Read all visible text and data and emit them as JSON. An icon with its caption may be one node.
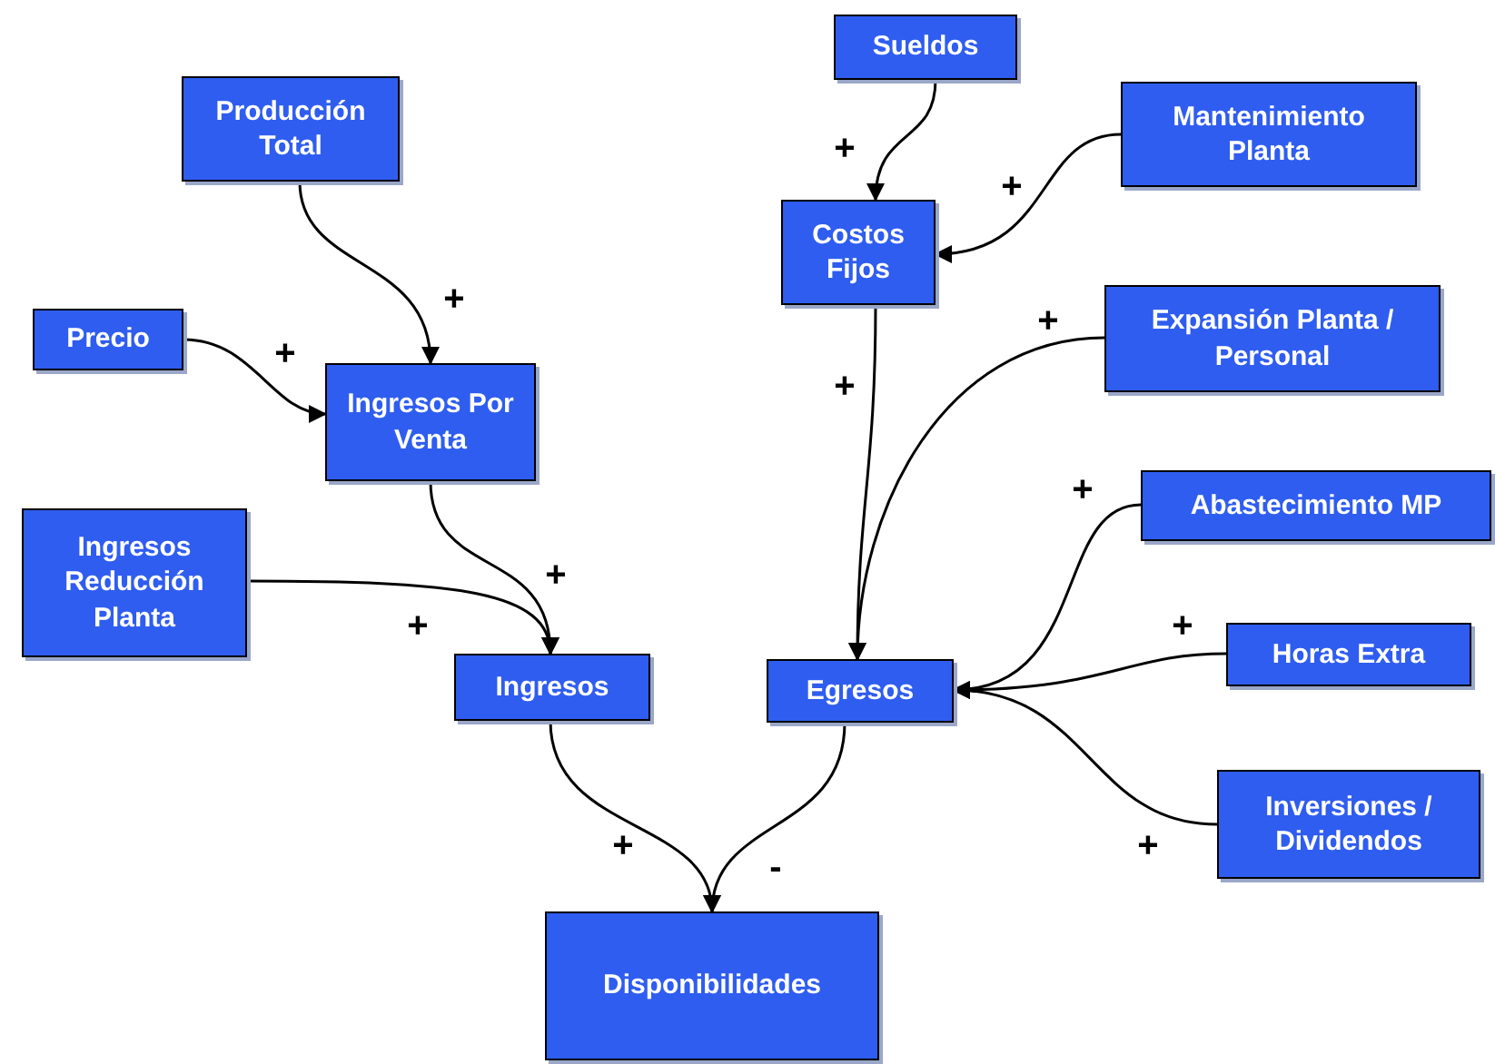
{
  "diagram": {
    "nodes": [
      {
        "text": [
          "Producción Total"
        ]
      },
      {
        "text": [
          "Sueldos"
        ]
      },
      {
        "text": [
          "Mantenimiento Planta"
        ]
      },
      {
        "text": [
          "Costos Fijos"
        ]
      },
      {
        "text": [
          "Precio"
        ]
      },
      {
        "text": [
          "Ingresos Por Venta"
        ]
      },
      {
        "text": [
          "Expansión Planta / Personal"
        ]
      },
      {
        "text": [
          "Abastecimiento MP"
        ]
      },
      {
        "text": [
          "Ingresos Reducción Planta"
        ]
      },
      {
        "text": [
          "Ingresos"
        ]
      },
      {
        "text": [
          "Egresos"
        ]
      },
      {
        "text": [
          "Horas Extra"
        ]
      },
      {
        "text": [
          "Inversiones / Dividendos"
        ]
      },
      {
        "text": [
          "Disponibilidades"
        ]
      }
    ],
    "edges": [
      {
        "from": 0,
        "to": 5,
        "arrow": "to",
        "label": "+"
      },
      {
        "from": 4,
        "to": 5,
        "arrow": "to",
        "label": "+"
      },
      {
        "from": 5,
        "to": 9,
        "arrow": "to",
        "label": "+"
      },
      {
        "from": 8,
        "to": 9,
        "arrow": "to",
        "label": "+"
      },
      {
        "from": 1,
        "to": 3,
        "arrow": "to",
        "label": "+"
      },
      {
        "from": 2,
        "to": 3,
        "arrow": "to",
        "label": "+"
      },
      {
        "from": 3,
        "to": 10,
        "arrow": "to",
        "label": "+"
      },
      {
        "from": 6,
        "to": 10,
        "arrow": "to",
        "label": "+"
      },
      {
        "from": 7,
        "to": 10,
        "arrow": "to",
        "label": "+"
      },
      {
        "from": 11,
        "to": 10,
        "arrow": "to",
        "label": "+"
      },
      {
        "from": 12,
        "to": 10,
        "arrow": "to",
        "label": "+"
      },
      {
        "from": 9,
        "to": 13,
        "arrow": "to",
        "label": "+"
      },
      {
        "from": 10,
        "to": 13,
        "arrow": "to",
        "label": "-"
      }
    ]
  }
}
